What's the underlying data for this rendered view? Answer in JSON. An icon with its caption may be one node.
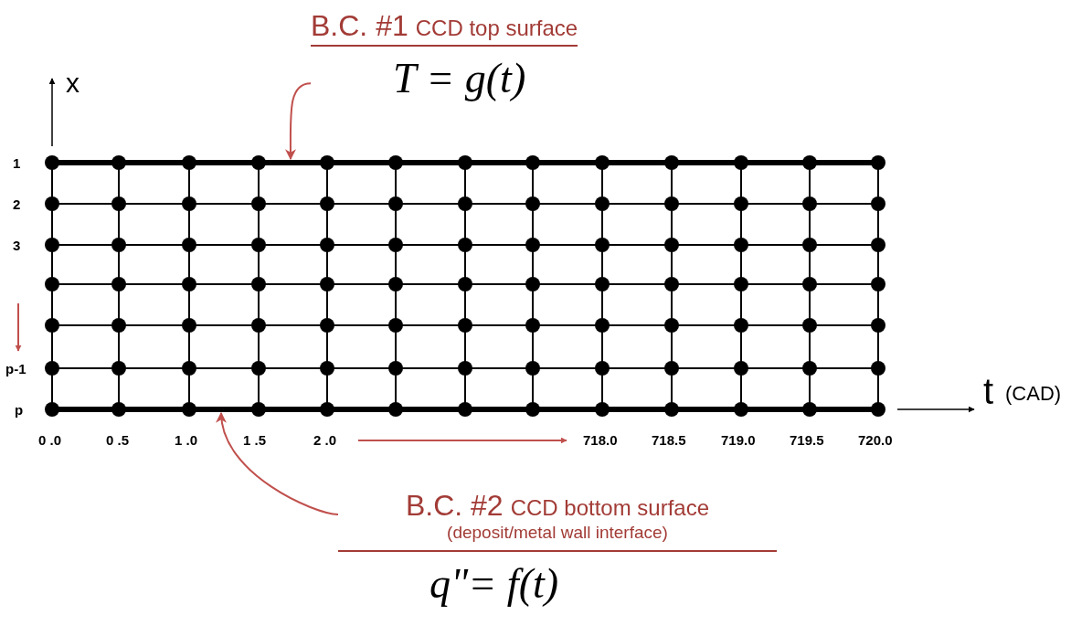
{
  "diagram": {
    "nodes": [
      {
        "text": [
          "B.C. #1",
          "CCD top surface",
          "T = g(t)"
        ]
      },
      {
        "text": [],
        "shape": "bar"
      },
      {
        "text": [
          "B.C. #2",
          "CCD bottom surface",
          "(deposit/metal wall interface)",
          "q\"= f(t)"
        ]
      },
      {
        "text": [],
        "shape": "bar"
      }
    ],
    "edges": [
      {
        "from": 0,
        "to": 1,
        "arrow": "to",
        "color": "#c0504d"
      },
      {
        "from": 2,
        "to": 3,
        "arrow": "to",
        "color": "#c0504d"
      }
    ],
    "labels": [
      "x",
      "1",
      "2",
      "3",
      "p-1",
      "p",
      "0 .0",
      "0 .5",
      "1 .0",
      "1 .5",
      "2 .0",
      "718.0",
      "718.5",
      "719.0",
      "719.5",
      "720.0",
      "t",
      "(CAD)"
    ]
  }
}
